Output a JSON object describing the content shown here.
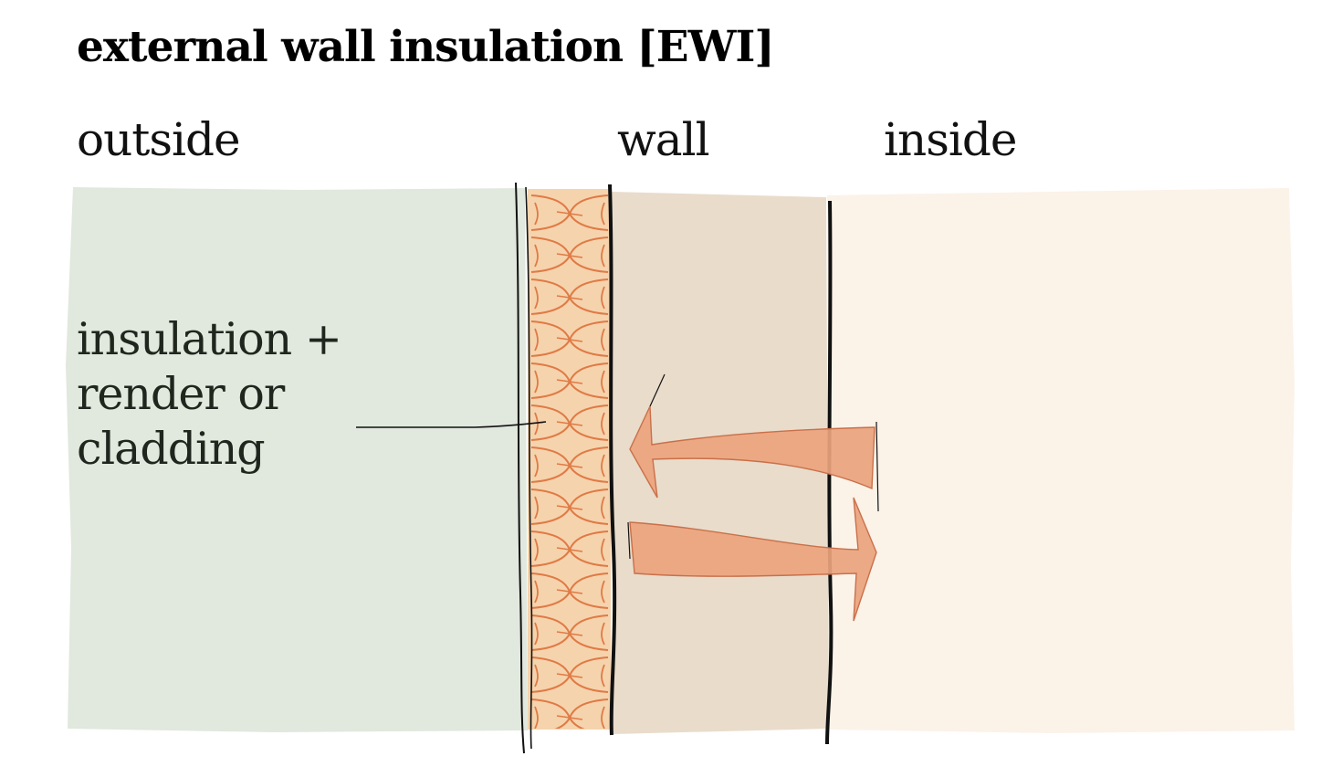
{
  "title": "external wall insulation [EWI]",
  "zones": {
    "outside": "outside",
    "wall": "wall",
    "inside": "inside"
  },
  "annotation": {
    "lines": [
      "insulation +",
      "render or",
      "cladding"
    ]
  },
  "colors": {
    "outside_fill": "#e1e8dd",
    "insulation_fill": "#f5d3ad",
    "insulation_pattern": "#e07a45",
    "wall_fill": "#e9dccb",
    "inside_fill": "#fbf2e8",
    "arrow_fill": "#eaa37d",
    "arrow_stroke": "#c9704a",
    "line": "#111111"
  }
}
